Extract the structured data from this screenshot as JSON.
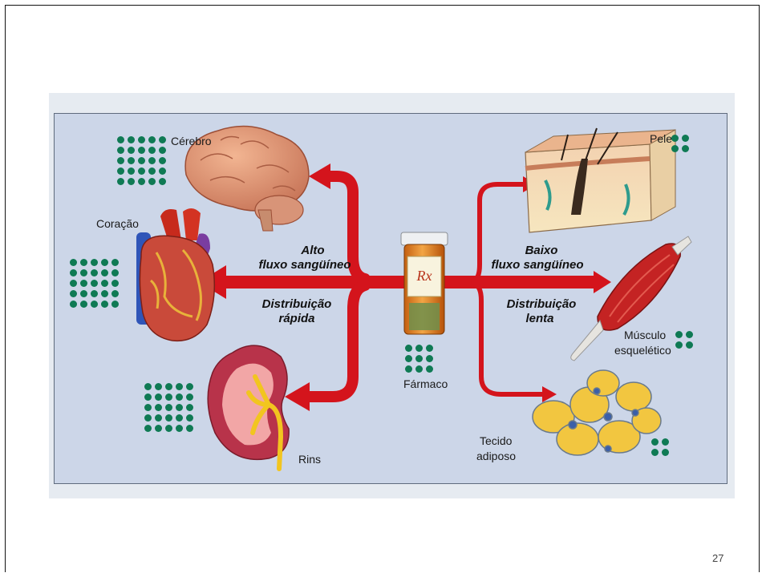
{
  "labels": {
    "cerebro": "Cérebro",
    "coracao": "Coração",
    "rins": "Rins",
    "farmaco": "Fármaco",
    "pele": "Pele",
    "musculo_line1": "Músculo",
    "musculo_line2": "esquelético",
    "tecido_line1": "Tecido",
    "tecido_line2": "adiposo"
  },
  "left_flow": {
    "line1": "Alto",
    "line2": "fluxo sangüíneo",
    "line3": "Distribuição",
    "line4": "rápida"
  },
  "right_flow": {
    "line1": "Baixo",
    "line2": "fluxo sangüíneo",
    "line3": "Distribuição",
    "line4": "lenta"
  },
  "drug_label": "Rx",
  "page_number": "27",
  "colors": {
    "arrow": "#d4141c",
    "dots": "#0f7a54",
    "panel": "#ccd6e8"
  },
  "dot_grids": {
    "cerebro": {
      "rows": 5,
      "cols": 5
    },
    "coracao": {
      "rows": 5,
      "cols": 5
    },
    "rins": {
      "rows": 5,
      "cols": 5
    },
    "farmaco": {
      "rows": 3,
      "cols": 3
    },
    "pele": {
      "rows": 2,
      "cols": 2
    },
    "musculo": {
      "rows": 2,
      "cols": 2
    },
    "tecido": {
      "rows": 2,
      "cols": 2
    }
  }
}
